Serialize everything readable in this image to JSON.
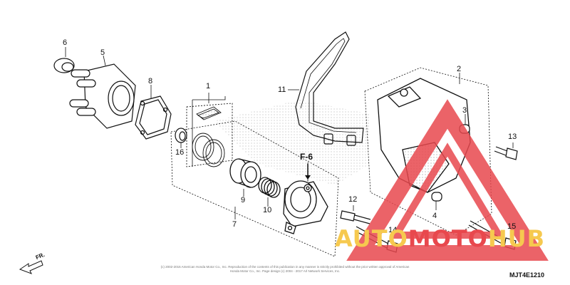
{
  "diagram": {
    "callouts": {
      "c1": "1",
      "c2": "2",
      "c3": "3",
      "c4": "4",
      "c5": "5",
      "c6": "6",
      "c7": "7",
      "c8": "8",
      "c9": "9",
      "c10": "10",
      "c11": "11",
      "c12": "12",
      "c13": "13",
      "c14": "14",
      "c15": "15",
      "c16": "16"
    },
    "reference": "F-6",
    "direction_label": "FR.",
    "footer_note": "(c) 2002-2016 American Honda Motor Co., Inc. Reproduction of the contents of this publication in any manner is strictly prohibited without the prior written approval of American Honda Motor Co., Inc. Page design (c) 2004 - 2017 Arl Network Services, Inc.",
    "diagram_code": "MJT4E1210"
  },
  "watermark": {
    "part1": "AUTO",
    "part2": "MOTO",
    "part3": "HUB",
    "colors": {
      "yellow": "#f6c94f",
      "red": "#e8484d"
    }
  }
}
